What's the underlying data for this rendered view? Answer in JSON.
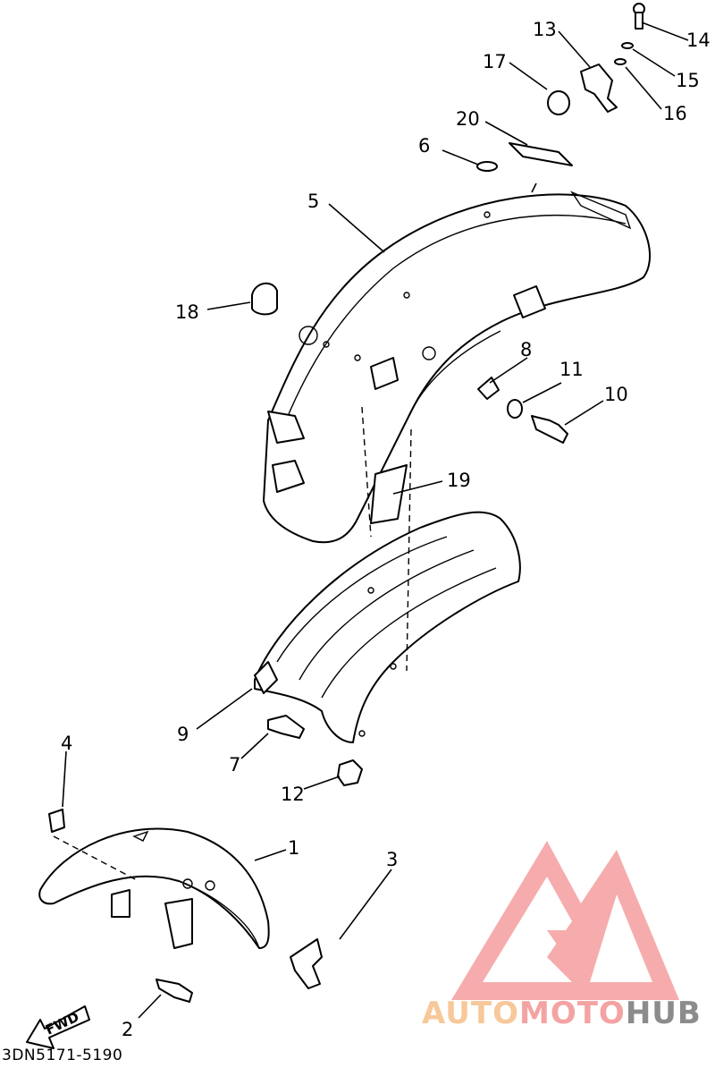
{
  "diagram_code": "3DN5171-5190",
  "fwd_label": "FWD",
  "watermark": {
    "auto": "AUTO",
    "moto": "MOTO",
    "hub": "HUB",
    "colors": {
      "auto": "#f7c89a",
      "moto": "#f4a3a3",
      "hub": "#8c8c8c",
      "logo": "#f6a8a8"
    }
  },
  "callouts": [
    {
      "id": "1",
      "text": "1"
    },
    {
      "id": "2",
      "text": "2"
    },
    {
      "id": "3",
      "text": "3"
    },
    {
      "id": "4",
      "text": "4"
    },
    {
      "id": "5",
      "text": "5"
    },
    {
      "id": "6",
      "text": "6"
    },
    {
      "id": "7",
      "text": "7"
    },
    {
      "id": "8",
      "text": "8"
    },
    {
      "id": "9",
      "text": "9"
    },
    {
      "id": "10",
      "text": "10"
    },
    {
      "id": "11",
      "text": "11"
    },
    {
      "id": "12",
      "text": "12"
    },
    {
      "id": "13",
      "text": "13"
    },
    {
      "id": "14",
      "text": "14"
    },
    {
      "id": "15",
      "text": "15"
    },
    {
      "id": "16",
      "text": "16"
    },
    {
      "id": "17",
      "text": "17"
    },
    {
      "id": "18",
      "text": "18"
    },
    {
      "id": "19",
      "text": "19"
    },
    {
      "id": "20",
      "text": "20"
    }
  ]
}
